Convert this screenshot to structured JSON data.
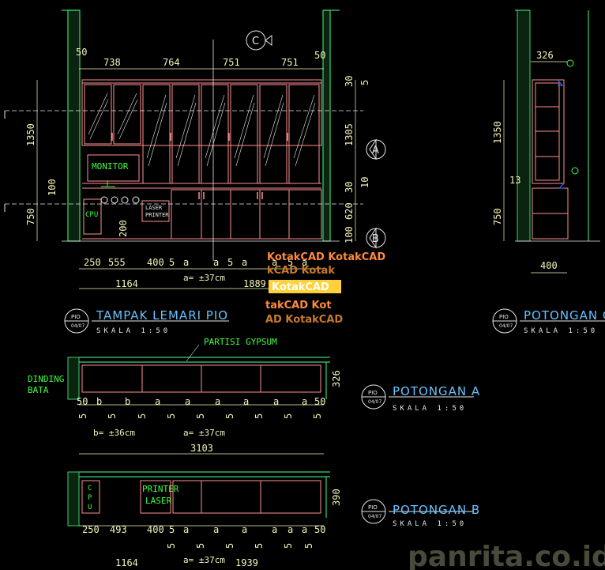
{
  "title_main": "TAMPAK LEMARI PIO",
  "title_potongan_c": "POTONGAN C",
  "title_potongan_a": "POTONGAN A",
  "title_potongan_b": "POTONGAN B",
  "scale_text": "SKALA 1:50",
  "bubble_top": "PIO",
  "bubble_bottom": "04/07",
  "section_markers": {
    "a": "A",
    "b": "B",
    "c": "C"
  },
  "labels": {
    "monitor": "MONITOR",
    "cpu": "CPU",
    "laser_printer": "LASER PRINTER",
    "printer_laser_l1": "PRINTER",
    "printer_laser_l2": "LASER",
    "partisi": "PARTISI GYPSUM",
    "dinding_l1": "DINDING",
    "dinding_l2": "BATA",
    "cpu_v": [
      "C",
      "P",
      "U"
    ]
  },
  "dims_top": [
    "50",
    "738",
    "764",
    "751",
    "751",
    "50"
  ],
  "dims_left": [
    "1350",
    "100",
    "750"
  ],
  "dims_right": [
    "30",
    "5",
    "1305",
    "30",
    "10",
    "620",
    "100"
  ],
  "dims_bottom_row1": [
    "250",
    "555",
    "400",
    "5",
    "a",
    "a",
    "5",
    "a",
    "a",
    "5",
    "a"
  ],
  "dims_bottom_row2": [
    "1164",
    "a= ±37cm",
    "1889"
  ],
  "dim_200": "200",
  "sec_c_dims": {
    "width_top": "326",
    "h1": "1350",
    "h2": "13",
    "h3": "750",
    "width_bottom": "400"
  },
  "sec_a_dims": {
    "row": [
      "50",
      "b",
      "b",
      "a",
      "a",
      "a",
      "a",
      "a",
      "a",
      "50"
    ],
    "fives": [
      "5",
      "5",
      "5",
      "5",
      "5",
      "5",
      "5",
      "5",
      "5"
    ],
    "note_b": "b= ±36cm",
    "note_a": "a= ±37cm",
    "total": "3103",
    "depth": "326"
  },
  "sec_b_dims": {
    "row": [
      "250",
      "493",
      "400",
      "5",
      "a",
      "a",
      "a",
      "a",
      "a",
      "a",
      "50"
    ],
    "fives": [
      "5",
      "5",
      "5",
      "5",
      "5",
      "5"
    ],
    "total_left": "1164",
    "note_a": "a= ±37cm",
    "total_right": "1939",
    "depth": "390"
  },
  "watermark_lines": [
    "KotakCAD KotakCAD",
    "kCAD Kotak",
    "KotakCAD",
    "takCAD Kot",
    "AD KotakCAD"
  ],
  "brand": "panrita.co.id",
  "colors": {
    "wall": "#3bd16f",
    "cabinet": "#ff9090",
    "dimension": "#f4f4b8",
    "title": "#66c2ff",
    "label": "#40ff40",
    "watermark": "#ff8a3d"
  }
}
